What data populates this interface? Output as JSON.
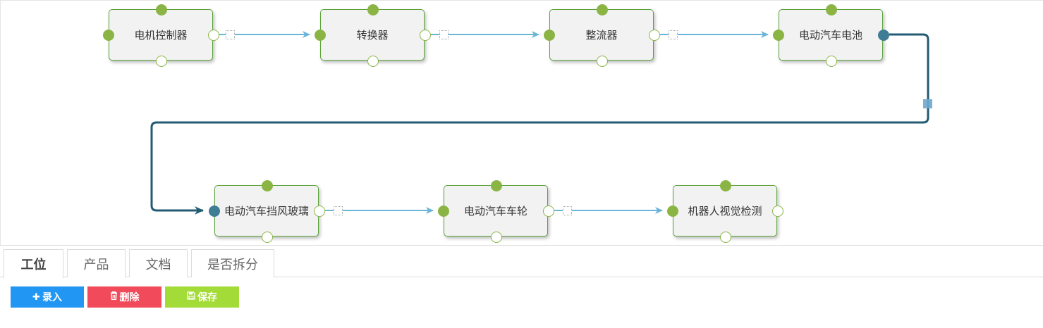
{
  "flow": {
    "nodes": [
      {
        "id": "n1",
        "label": "电机控制器"
      },
      {
        "id": "n2",
        "label": "转换器"
      },
      {
        "id": "n3",
        "label": "整流器"
      },
      {
        "id": "n4",
        "label": "电动汽车电池"
      },
      {
        "id": "n5",
        "label": "电动汽车挡风玻璃"
      },
      {
        "id": "n6",
        "label": "电动汽车车轮"
      },
      {
        "id": "n7",
        "label": "机器人视觉检测"
      }
    ],
    "colors": {
      "node_border": "#5aa33a",
      "node_fill": "#f2f2f2",
      "port_filled": "#8ab545",
      "port_selected": "#3f7d95",
      "arrow": "#6bb5d6",
      "selected_connector": "#235b73"
    }
  },
  "tabs": [
    {
      "label": "工位",
      "active": true
    },
    {
      "label": "产品",
      "active": false
    },
    {
      "label": "文档",
      "active": false
    },
    {
      "label": "是否拆分",
      "active": false
    }
  ],
  "toolbar": {
    "add_label": "录入",
    "add_icon": "plus-icon",
    "add_color": "#2196f3",
    "delete_label": "删除",
    "delete_icon": "trash-icon",
    "delete_color": "#f14a5a",
    "save_label": "保存",
    "save_icon": "floppy-icon",
    "save_color": "#a3db38"
  }
}
